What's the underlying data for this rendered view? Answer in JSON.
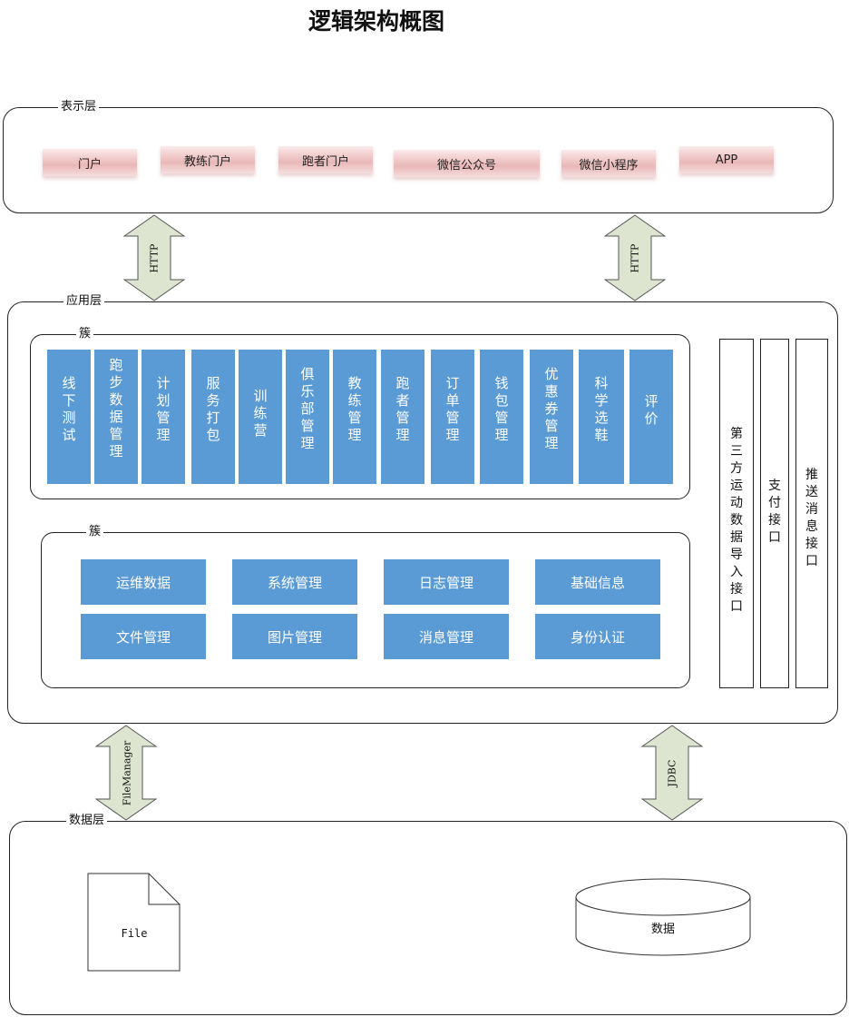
{
  "title": "逻辑架构概图",
  "presentation": {
    "label": "表示层",
    "clients": [
      "门户",
      "教练门户",
      "跑者门户",
      "微信公众号",
      "微信小程序",
      "APP"
    ]
  },
  "arrows": {
    "top_left": "HTTP",
    "top_right": "HTTP",
    "bottom_left": "FileManager",
    "bottom_right": "JDBC"
  },
  "application": {
    "label": "应用层",
    "cluster1": {
      "label": "簇",
      "modules": [
        "线下测试",
        "跑步数据管理",
        "计划管理",
        "服务打包",
        "训练营",
        "俱乐部管理",
        "教练管理",
        "跑者管理",
        "订单管理",
        "钱包管理",
        "优惠券管理",
        "科学选鞋",
        "评价"
      ]
    },
    "cluster2": {
      "label": "簇",
      "modules": [
        "运维数据",
        "系统管理",
        "日志管理",
        "基础信息",
        "文件管理",
        "图片管理",
        "消息管理",
        "身份认证"
      ]
    },
    "interfaces": [
      "第三方运动数据导入接口",
      "支付接口",
      "推送消息接口"
    ]
  },
  "data_layer": {
    "label": "数据层",
    "file": "File",
    "db": "数据"
  },
  "colors": {
    "module_blue": "#5b9bd5",
    "arrow_fill": "#dde4cf",
    "client_pink": "#e9b8b8"
  }
}
